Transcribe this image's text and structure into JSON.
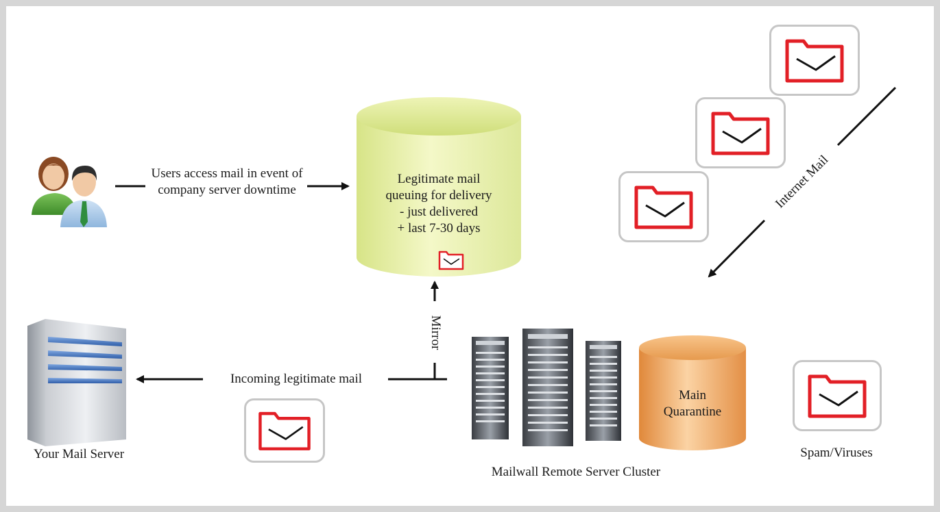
{
  "colors": {
    "frame": "#d6d6d6",
    "envelope_red": "#e21f26",
    "legit_db": "#e6ef9e",
    "quarantine_db": "#f0a860",
    "arrow": "#111111"
  },
  "users": {
    "icon": "users-icon",
    "access_label": "Users access mail in event of company server downtime"
  },
  "legit_db": {
    "text_lines": [
      "Legitimate mail",
      "queuing for delivery",
      "- just delivered",
      "+ last 7-30 days"
    ],
    "icon": "envelope-icon"
  },
  "internet": {
    "label": "Internet Mail",
    "envelopes": [
      "envelope-icon",
      "envelope-icon",
      "envelope-icon"
    ]
  },
  "mirror": {
    "label": "Mirror"
  },
  "mail_server": {
    "icon": "server-icon",
    "label": "Your Mail Server",
    "incoming_label": "Incoming legitimate mail",
    "envelope": "envelope-icon"
  },
  "cluster": {
    "icon": "server-rack-icon",
    "label": "Mailwall Remote Server Cluster",
    "quarantine_lines": [
      "Main",
      "Quarantine"
    ]
  },
  "spam": {
    "label": "Spam/Viruses",
    "envelope": "envelope-icon"
  }
}
